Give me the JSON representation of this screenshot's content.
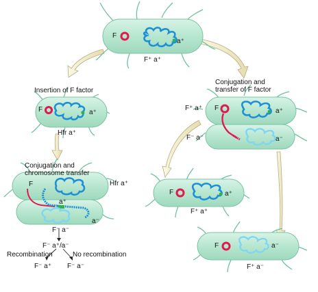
{
  "colors": {
    "cell_fill": "#bde8d3",
    "cell_edge": "#79c4a2",
    "pilus": "#6fc19d",
    "chromosome": "#1d8fd6",
    "chromosome_recipient": "#7fd6f2",
    "f_factor": "#e0194e",
    "gene_marker": "#2fb24f",
    "arrow_fill": "#f4efcf",
    "arrow_edge": "#b8ad80"
  },
  "labels": {
    "top_f": "F",
    "top_gene": "a⁺",
    "top_type": "F⁺ a⁺",
    "insertion_title": "Insertion of F factor",
    "hfr_cell_f": "F",
    "hfr_cell_gene": "a⁺",
    "hfr_type": "Hfr a⁺",
    "conj_chrom_title_1": "Conjugation and",
    "conj_chrom_title_2": "chromosome transfer",
    "donor_f": "F",
    "donor_type": "Hfr a⁺",
    "transfer_gene": "a⁺",
    "recipient_gene": "a⁻",
    "recipient_type": "F⁻ a⁻",
    "merozygote": "F⁻ a⁺/a⁻",
    "recombination": "Recombination",
    "no_recombination": "No recombination",
    "outcome_recomb": "F⁻ a⁺",
    "outcome_norecomb": "F⁻ a⁻",
    "conj_f_title_1": "Conjugation and",
    "conj_f_title_2": "transfer of F factor",
    "conj_donor_type": "F⁺ a⁺",
    "conj_donor_f": "F",
    "conj_donor_gene": "a⁺",
    "conj_recipient_type": "F⁻ a⁻",
    "conj_recipient_gene": "a⁻",
    "result1_f": "F",
    "result1_gene": "a⁺",
    "result1_type": "F⁺ a⁺",
    "result2_f": "F",
    "result2_gene": "a⁻",
    "result2_type": "F⁺ a⁻"
  }
}
